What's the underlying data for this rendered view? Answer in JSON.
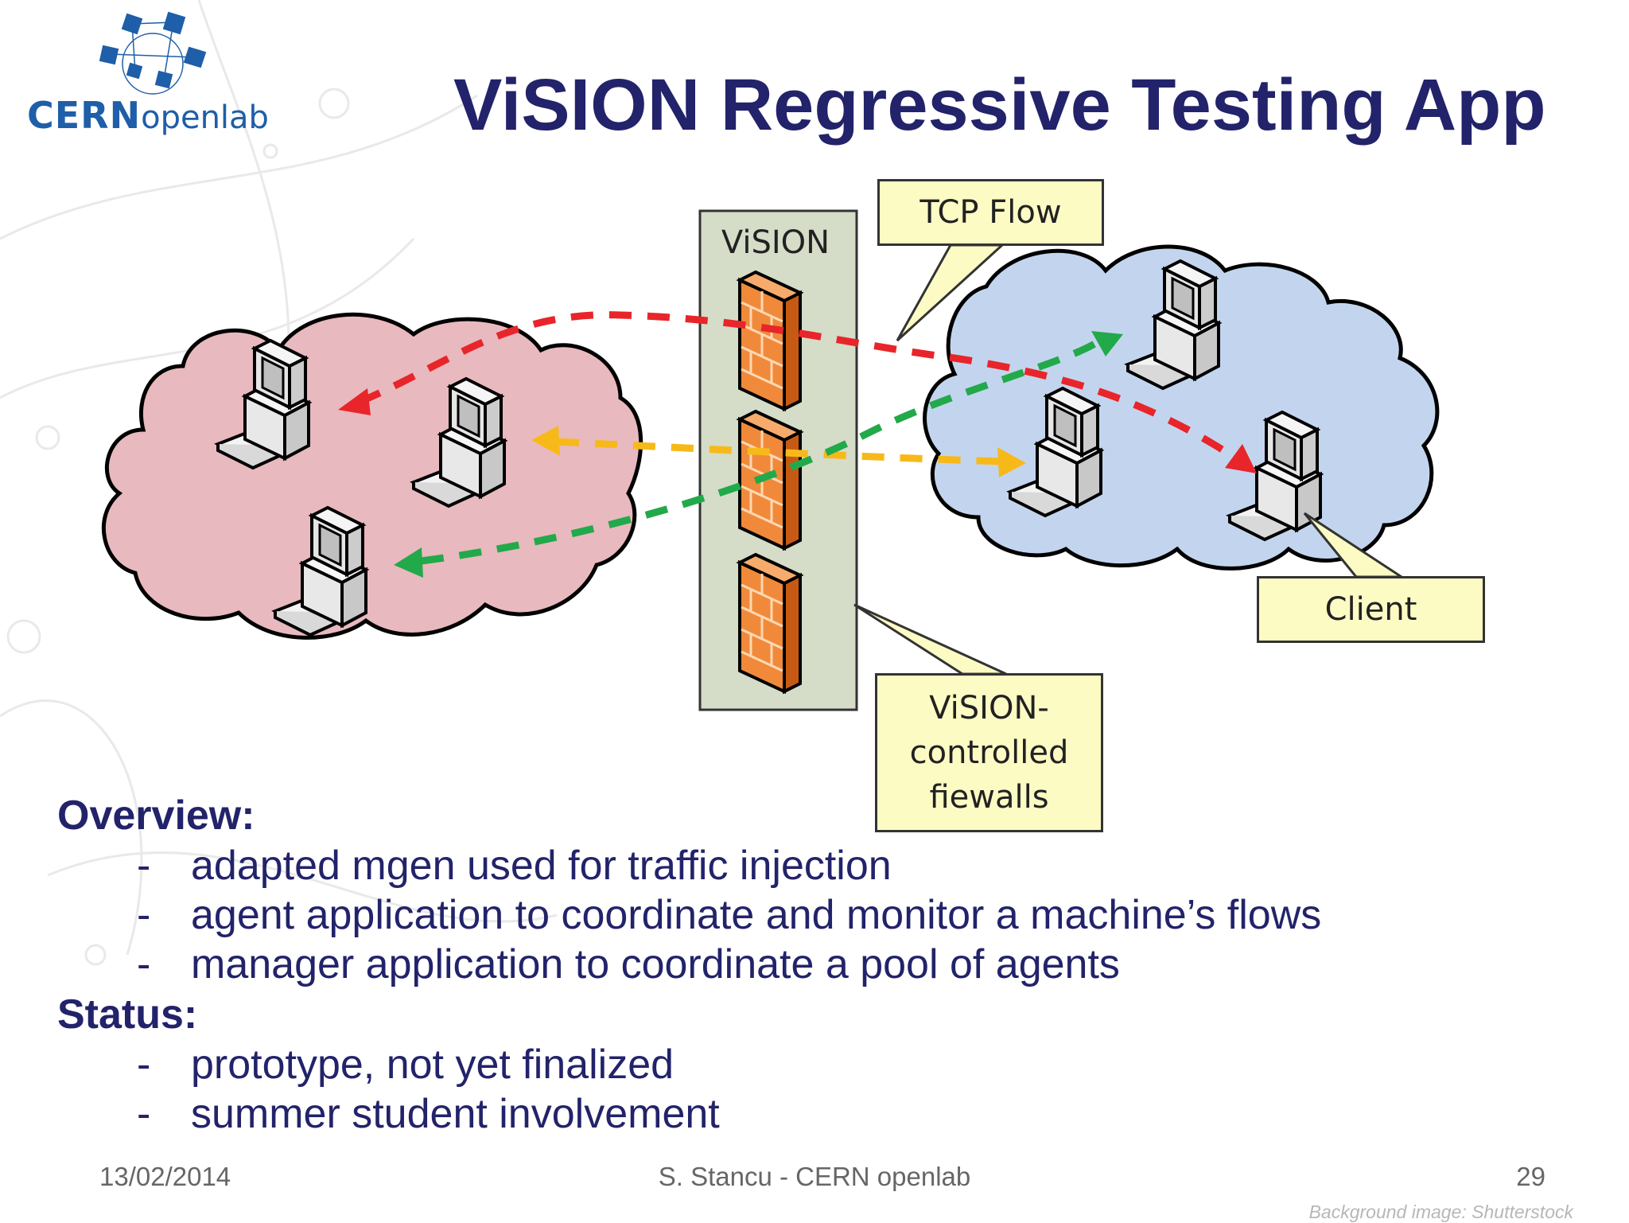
{
  "logo": {
    "bold": "CERN",
    "light": "openlab"
  },
  "title": "ViSION Regressive Testing App",
  "diagram": {
    "vision_label": "ViSION",
    "callout_tcp": "TCP Flow",
    "callout_client": "Client",
    "callout_firewalls": [
      "ViSION-",
      "controlled",
      "fiewalls"
    ]
  },
  "overview": {
    "heading": "Overview:",
    "items": [
      "adapted mgen used for traffic injection",
      "agent application to coordinate and monitor a machine’s flows",
      "manager application to coordinate a pool of agents"
    ]
  },
  "status": {
    "heading": "Status:",
    "items": [
      "prototype, not yet finalized",
      "summer student involvement"
    ]
  },
  "bullet_marker": "-",
  "footer": {
    "date": "13/02/2014",
    "author": "S. Stancu - CERN openlab",
    "page": "29"
  },
  "credit": "Background image: Shutterstock",
  "colors": {
    "red_flow": "#e8252a",
    "yellow_flow": "#f7b91a",
    "green_flow": "#22a94a",
    "left_cloud": "#e8b9be",
    "right_cloud": "#c3d5ee",
    "title": "#22236a",
    "callout": "#fdfbc4"
  }
}
